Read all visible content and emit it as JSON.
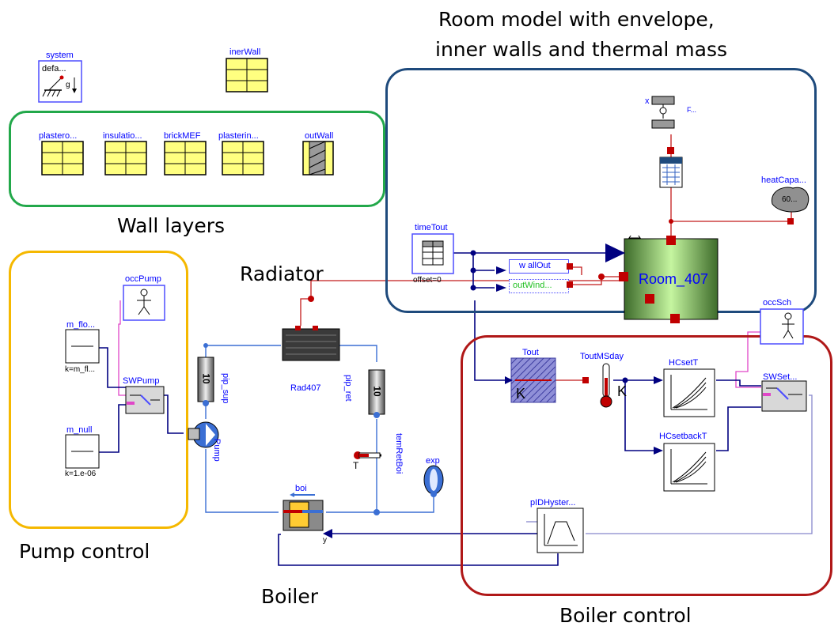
{
  "colors": {
    "pump_box": "#f5b800",
    "wall_box": "#22a84a",
    "room_box": "#1e4a7c",
    "control_box": "#b01818",
    "signal_line": "#000080",
    "fluid_line": "#3b6fd4",
    "heat_line": "#c21a1a",
    "connector_red": "#c00000"
  },
  "groups": {
    "room_model": {
      "title_line1": "Room model with envelope,",
      "title_line2": "inner walls and thermal mass"
    },
    "wall_layers": {
      "title": "Wall layers"
    },
    "pump_control": {
      "title": "Pump control"
    },
    "boiler_control": {
      "title": "Boiler control"
    }
  },
  "labels": {
    "radiator": "Radiator",
    "boiler": "Boiler"
  },
  "components": {
    "system": {
      "name": "system",
      "param": "defa...",
      "g": "g",
      "icon": "system-icon"
    },
    "inner_wall": {
      "name": "inerWall",
      "icon": "wall-layer-icon"
    },
    "plastero": {
      "name": "plastero...",
      "icon": "wall-layer-icon"
    },
    "insulation": {
      "name": "insulatio...",
      "icon": "wall-layer-icon"
    },
    "brick": {
      "name": "brickMEF",
      "icon": "wall-layer-icon"
    },
    "plastering": {
      "name": "plasterin...",
      "icon": "wall-layer-icon"
    },
    "out_wall": {
      "name": "outWall",
      "icon": "wall-icon"
    },
    "time_tout": {
      "name": "timeTout",
      "param": "offset=0",
      "icon": "table-icon"
    },
    "wall_out": {
      "name": "w allOut"
    },
    "out_wind": {
      "name": "outWind..."
    },
    "room": {
      "name": "Room_407",
      "icon": "room-icon"
    },
    "window_top": {
      "name_left": "x",
      "name_right": "F...",
      "icon": "window-frame-icon"
    },
    "radiative_exchange": {
      "icon": "radiation-icon"
    },
    "heat_capacity": {
      "name": "heatCapa...",
      "param": "60...",
      "icon": "heat-capacity-icon"
    },
    "occ_pump": {
      "name": "occPump",
      "icon": "person-icon"
    },
    "m_flo": {
      "name": "m_flo...",
      "param": "k=m_fl...",
      "icon": "constant-icon"
    },
    "sw_pump": {
      "name": "SWPump",
      "icon": "switch-icon"
    },
    "m_null": {
      "name": "m_null",
      "param": "k=1.e-06",
      "icon": "constant-icon"
    },
    "pump": {
      "name": "Pump",
      "icon": "pump-icon"
    },
    "pip_sup": {
      "name": "pip_sup",
      "param": "10",
      "icon": "pipe-icon"
    },
    "pip_ret": {
      "name": "pip_ret",
      "param": "10",
      "icon": "pipe-icon"
    },
    "rad407": {
      "name": "Rad407",
      "icon": "radiator-icon"
    },
    "tem_ret_boi": {
      "name": "temRetBoi",
      "param": "T",
      "icon": "thermometer-icon"
    },
    "exp": {
      "name": "exp",
      "icon": "expansion-vessel-icon"
    },
    "boi": {
      "name": "boi",
      "port": "y",
      "icon": "boiler-icon"
    },
    "occ_sch": {
      "name": "occSch",
      "icon": "person-icon"
    },
    "tout": {
      "name": "Tout",
      "param": "K",
      "icon": "temperature-source-icon"
    },
    "tout_mean": {
      "name": "ToutMSday",
      "param": "K",
      "icon": "thermometer-icon"
    },
    "hc_set": {
      "name": "HCsetT",
      "icon": "heating-curve-icon"
    },
    "hc_setback": {
      "name": "HCsetbackT",
      "icon": "heating-curve-icon"
    },
    "sw_set": {
      "name": "SWSet...",
      "icon": "switch-icon"
    },
    "pid": {
      "name": "pIDHyster...",
      "icon": "pid-icon"
    }
  }
}
